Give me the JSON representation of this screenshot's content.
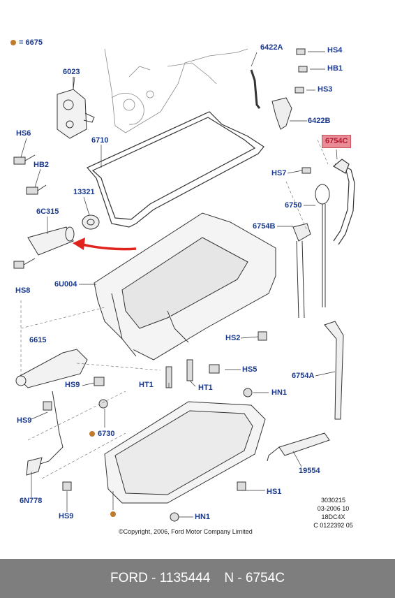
{
  "legend": {
    "text": "= 6675",
    "color": "#c07a2b"
  },
  "labels": {
    "l6023": "6023",
    "l6422A": "6422A",
    "hs4": "HS4",
    "hb1": "HB1",
    "hs3": "HS3",
    "l6422B": "6422B",
    "hs6": "HS6",
    "l6710": "6710",
    "l6754C": "6754C",
    "hb2": "HB2",
    "hs7": "HS7",
    "l13321": "13321",
    "l6750": "6750",
    "l6C315": "6C315",
    "l6754B": "6754B",
    "hs8": "HS8",
    "l6U004": "6U004",
    "l6615": "6615",
    "hs2": "HS2",
    "hs5": "HS5",
    "hs9a": "HS9",
    "ht1a": "HT1",
    "ht1b": "HT1",
    "l6754A": "6754A",
    "hn1a": "HN1",
    "hs9b": "HS9",
    "l6730": "6730",
    "l19554": "19554",
    "l6N778": "6N778",
    "hs1": "HS1",
    "hs9c": "HS9",
    "hn1b": "HN1"
  },
  "reference": {
    "line1": "3030215",
    "line2": "03-2006 10",
    "line3": "18DC4X",
    "line4": "C 0122392 05"
  },
  "copyright": "©Copyright, 2006, Ford Motor Company Limited",
  "footer": {
    "left": "FORD - 1135444",
    "right": "N - 6754C"
  },
  "colors": {
    "label": "#1a3a8f",
    "highlight": "#ea8c97",
    "arrow": "#e0231c",
    "footer_bg": "#7e7e7e"
  }
}
